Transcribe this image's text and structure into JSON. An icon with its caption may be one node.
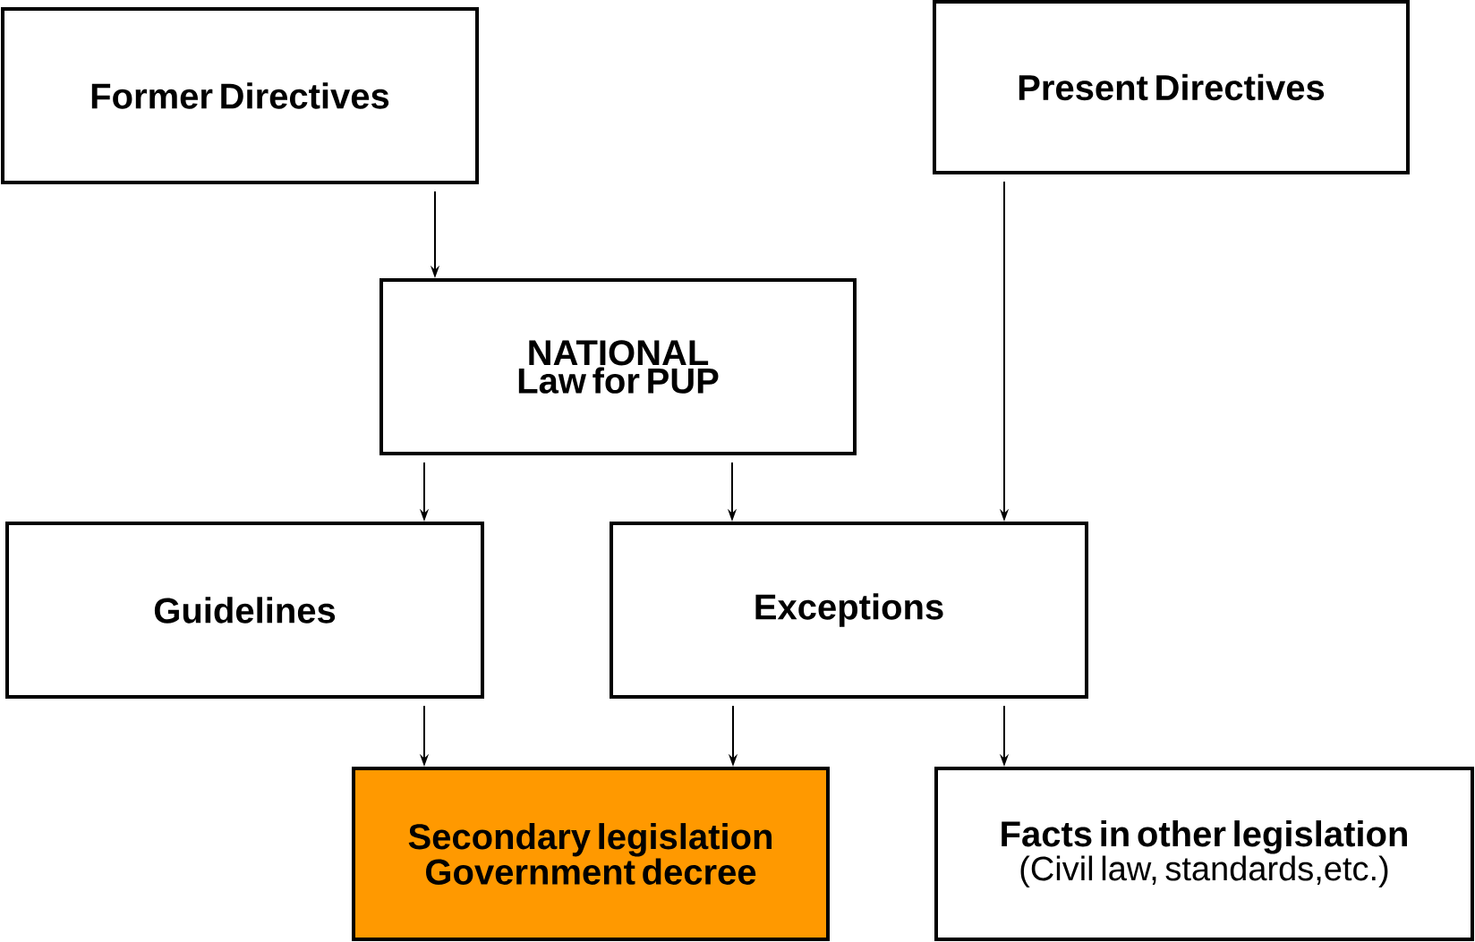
{
  "diagram": {
    "nodes": [
      {
        "text": [
          "Former Directives"
        ]
      },
      {
        "text": [
          "Present Directives"
        ]
      },
      {
        "text": [
          "NATIONAL Law for PUP"
        ]
      },
      {
        "text": [
          "Guidelines"
        ]
      },
      {
        "text": [
          "Exceptions"
        ]
      },
      {
        "text": [
          "Secondary legislation Government decree"
        ]
      },
      {
        "text": [
          "Facts in other legislation",
          "(Civil law, standards,etc.)"
        ]
      }
    ],
    "edges": [
      {
        "from": 0,
        "to": 2,
        "arrow": "to"
      },
      {
        "from": 2,
        "to": 3,
        "arrow": "to"
      },
      {
        "from": 2,
        "to": 4,
        "arrow": "to"
      },
      {
        "from": 1,
        "to": 4,
        "arrow": "to"
      },
      {
        "from": 3,
        "to": 5,
        "arrow": "to"
      },
      {
        "from": 4,
        "to": 5,
        "arrow": "to"
      },
      {
        "from": 4,
        "to": 6,
        "arrow": "to"
      }
    ]
  }
}
